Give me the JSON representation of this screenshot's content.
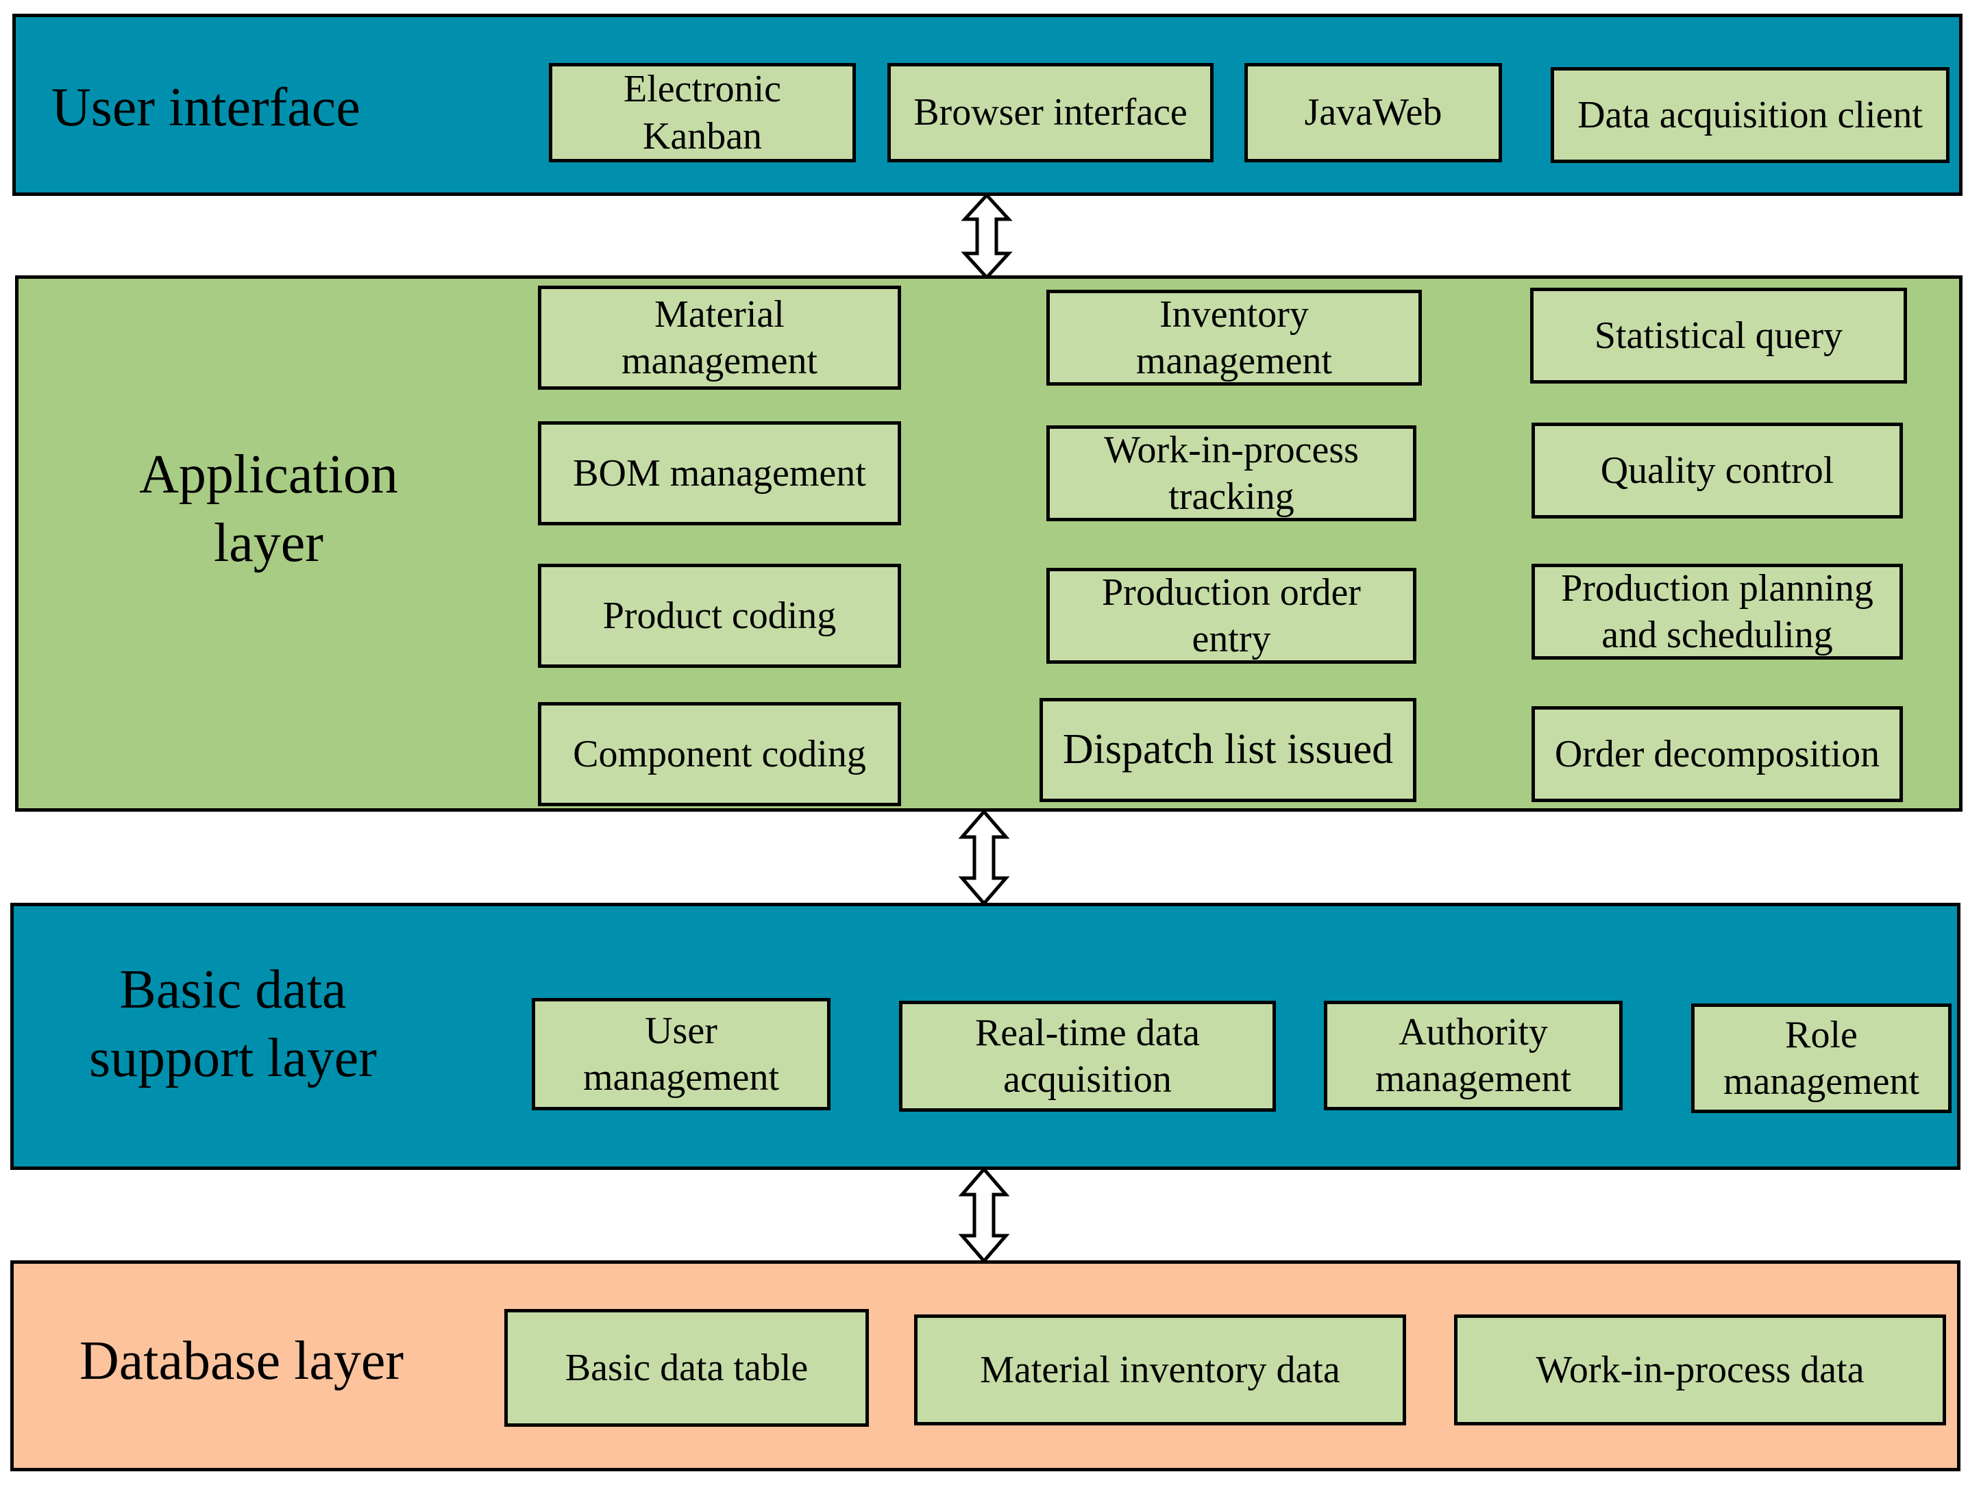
{
  "colors": {
    "ui_layer": "#0090ad",
    "app_layer": "#a9cc84",
    "basic_layer": "#0090ad",
    "db_layer": "#fcc39d",
    "module": "#c6dca6"
  },
  "ui_layer": {
    "title": "User interface",
    "modules": [
      "Electronic\nKanban",
      "Browser interface",
      "JavaWeb",
      "Data acquisition client"
    ]
  },
  "app_layer": {
    "title": "Application\nlayer",
    "modules": [
      "Material\nmanagement",
      "Inventory\nmanagement",
      "Statistical query",
      "BOM management",
      "Work-in-process\ntracking",
      "Quality control",
      "Product coding",
      "Production order\nentry",
      "Production planning\nand scheduling",
      "Component coding",
      "Dispatch list issued",
      "Order decomposition"
    ]
  },
  "basic_layer": {
    "title": "Basic data\nsupport layer",
    "modules": [
      "User\nmanagement",
      "Real-time data\nacquisition",
      "Authority\nmanagement",
      "Role\nmanagement"
    ]
  },
  "db_layer": {
    "title": "Database layer",
    "modules": [
      "Basic data table",
      "Material inventory data",
      "Work-in-process data"
    ]
  }
}
